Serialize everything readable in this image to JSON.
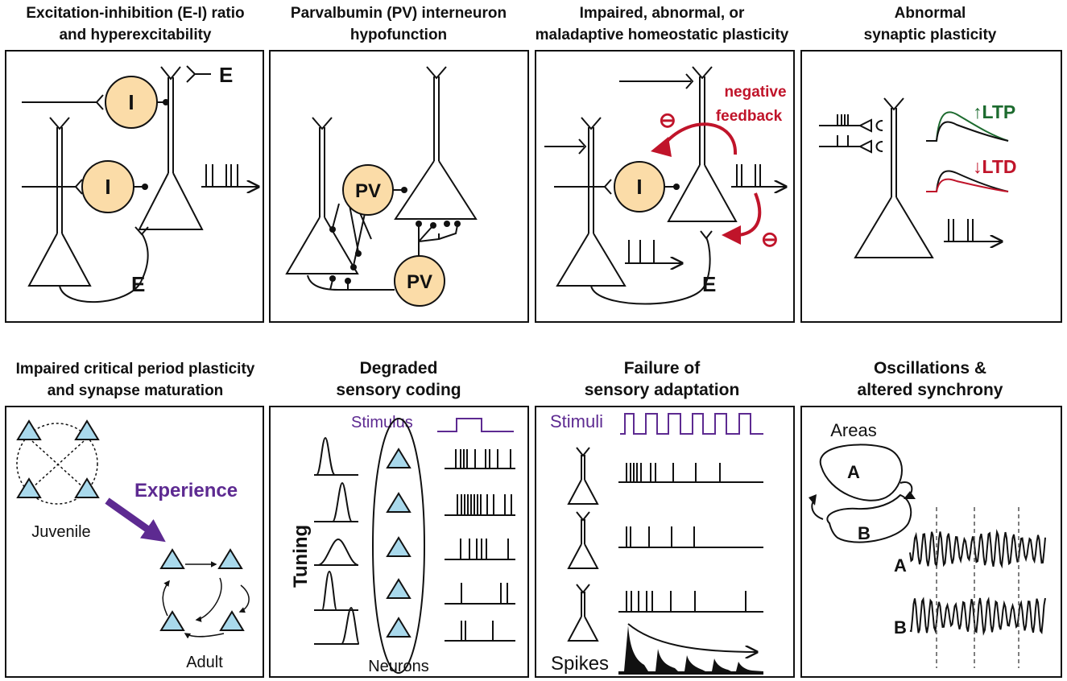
{
  "colors": {
    "cell_fill": "#fbdca8",
    "triangle_fill": "#a9d9ec",
    "red": "#c0142a",
    "green": "#1d6b2f",
    "purple": "#5d2a91",
    "stroke": "#111111"
  },
  "panels": {
    "ei": {
      "title_1": "Excitation-inhibition (E-I) ratio",
      "title_2": "and hyperexcitability",
      "cell_top": "I",
      "cell_mid": "I",
      "label_e_top": "E",
      "label_e_bottom": "E"
    },
    "pv": {
      "title_1": "Parvalbumin (PV) interneuron",
      "title_2": "hypofunction",
      "cell_a": "PV",
      "cell_b": "PV"
    },
    "homeo": {
      "title_1": "Impaired, abnormal, or",
      "title_2": "maladaptive homeostatic plasticity",
      "feedback_1": "negative",
      "feedback_2": "feedback",
      "minus_top": "⊖",
      "minus_right": "⊖",
      "cell": "I",
      "label_e": "E"
    },
    "syn": {
      "title_1": "Abnormal",
      "title_2": "synaptic plasticity",
      "ltp": "↑LTP",
      "ltd": "↓LTD"
    },
    "crit": {
      "title_1": "Impaired critical period plasticity",
      "title_2": "and synapse maturation",
      "experience": "Experience",
      "juvenile": "Juvenile",
      "adult": "Adult"
    },
    "coding": {
      "title_1": "Degraded",
      "title_2": "sensory coding",
      "stimulus": "Stimulus",
      "tuning": "Tuning",
      "neurons": "Neurons"
    },
    "adapt": {
      "title_1": "Failure of",
      "title_2": "sensory adaptation",
      "stimuli": "Stimuli",
      "spikes": "Spikes"
    },
    "osc": {
      "title_1": "Oscillations &",
      "title_2": "altered synchrony",
      "areas": "Areas",
      "area_a": "A",
      "area_b": "B",
      "trace_a": "A",
      "trace_b": "B"
    }
  }
}
